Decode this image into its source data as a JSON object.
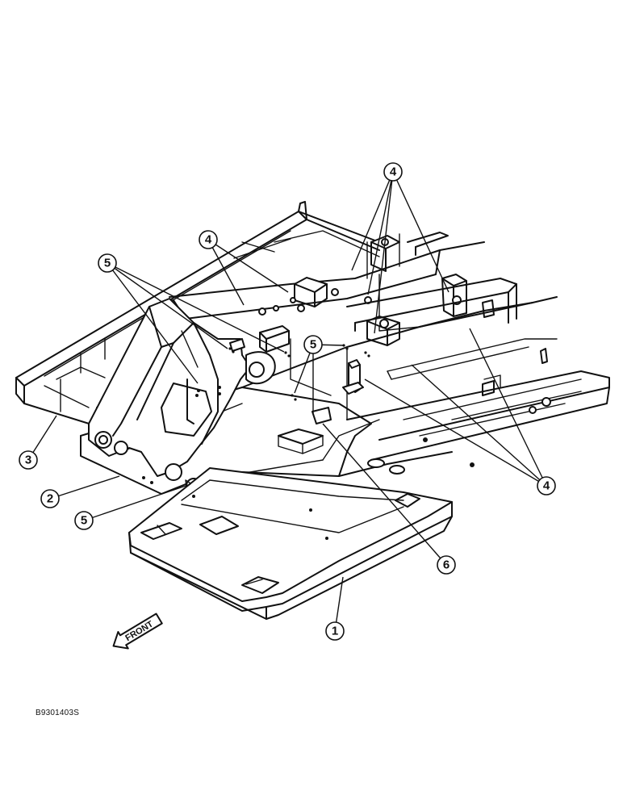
{
  "figure": {
    "drawing_code": "B9301403S",
    "front_label": "FRONT"
  },
  "callouts": [
    {
      "id": "c1",
      "label": "1"
    },
    {
      "id": "c2",
      "label": "2"
    },
    {
      "id": "c3",
      "label": "3"
    },
    {
      "id": "c4a",
      "label": "4"
    },
    {
      "id": "c4b",
      "label": "4"
    },
    {
      "id": "c4c",
      "label": "4"
    },
    {
      "id": "c5a",
      "label": "5"
    },
    {
      "id": "c5b",
      "label": "5"
    },
    {
      "id": "c5c",
      "label": "5"
    },
    {
      "id": "c6",
      "label": "6"
    }
  ]
}
